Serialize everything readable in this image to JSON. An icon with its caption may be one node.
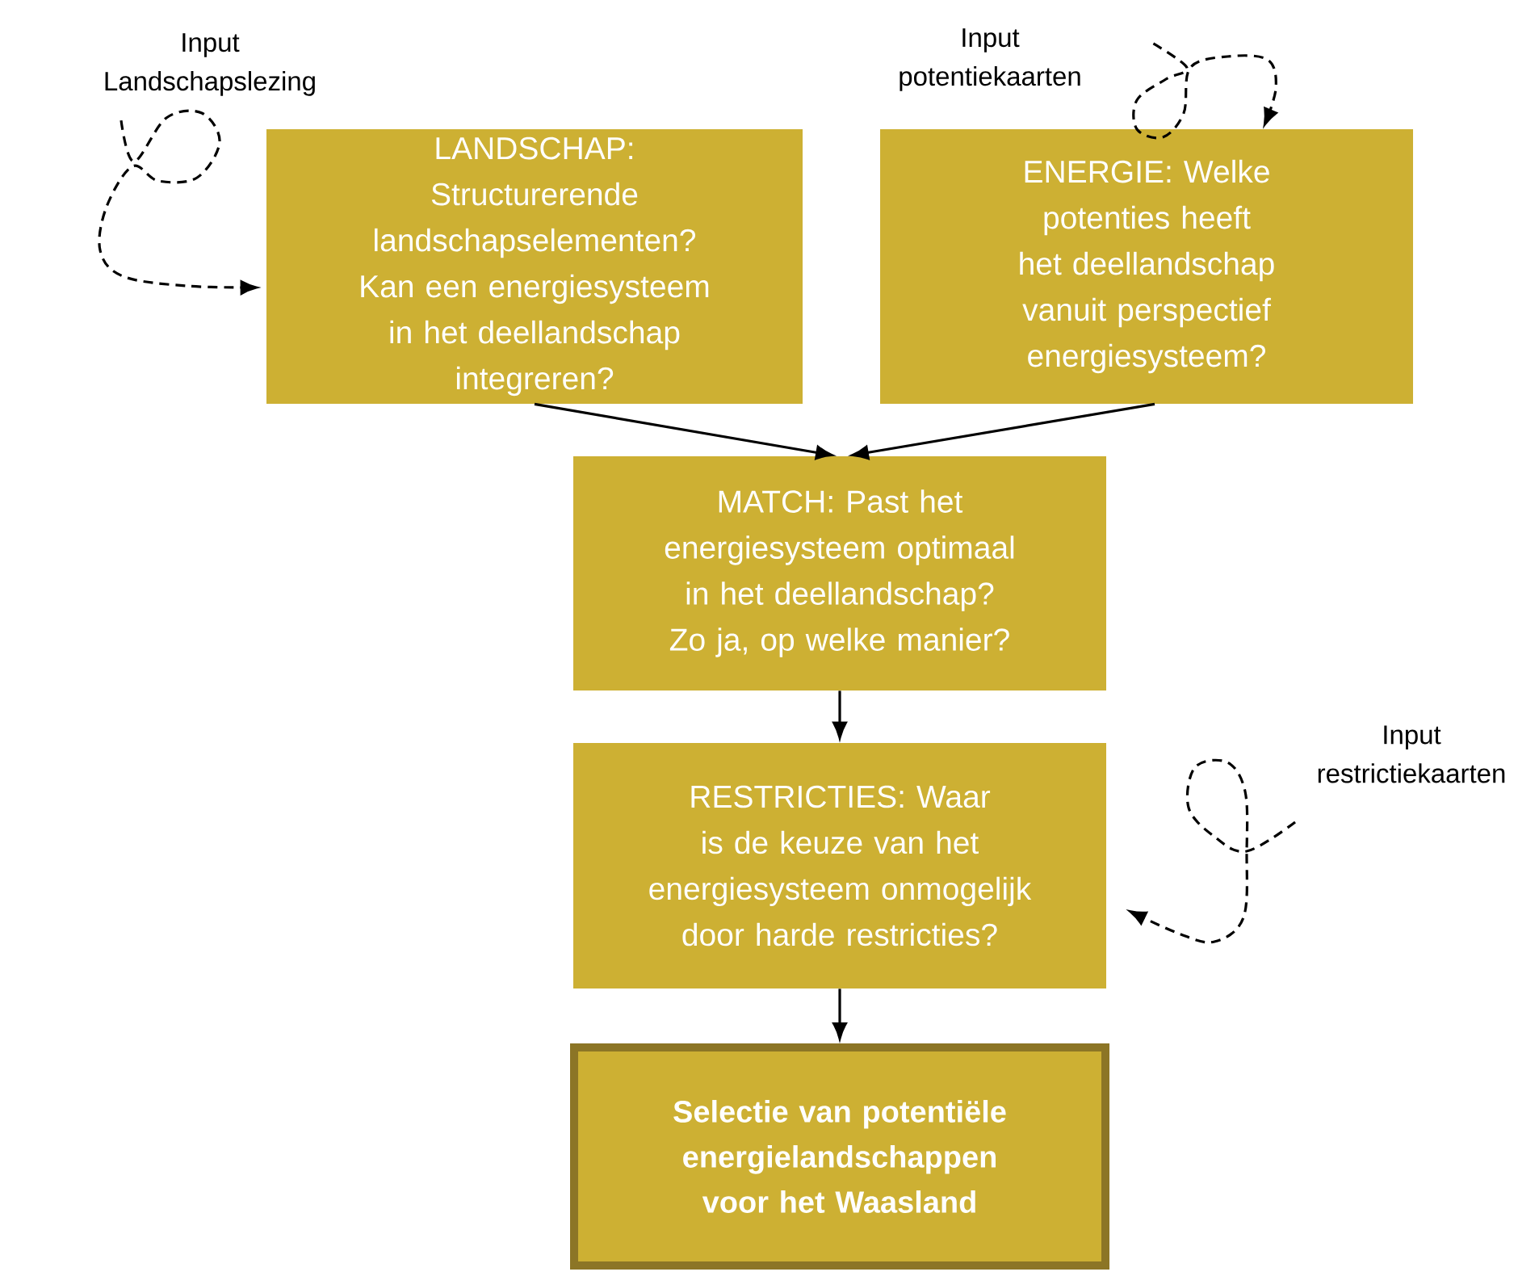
{
  "diagram": {
    "nodes": [
      {
        "text": [
          "Input Landschapslezing"
        ]
      },
      {
        "text": [
          "Input potentiekaarten"
        ]
      },
      {
        "text": [
          "LANDSCHAP: Structurerende landschapselementen? Kan een energiesysteem in het deellandschap integreren?"
        ]
      },
      {
        "text": [
          "ENERGIE: Welke potenties heeft het deellandschap vanuit perspectief energiesysteem?"
        ]
      },
      {
        "text": [
          "MATCH: Past het energiesysteem optimaal in het deellandschap? Zo ja, op welke manier?"
        ]
      },
      {
        "text": [
          "Input restrictiekaarten"
        ]
      },
      {
        "text": [
          "RESTRICTIES: Waar is de keuze van het energiesysteem onmogelijk door harde restricties?"
        ]
      },
      {
        "text": [
          "Selectie van potentiële energielandschappen voor het Waasland"
        ]
      }
    ],
    "edges": [
      {
        "from": 0,
        "to": 2,
        "arrow": "to",
        "style": "dashed"
      },
      {
        "from": 1,
        "to": 3,
        "arrow": "to",
        "style": "dashed"
      },
      {
        "from": 2,
        "to": 4,
        "arrow": "to"
      },
      {
        "from": 3,
        "to": 4,
        "arrow": "to"
      },
      {
        "from": 4,
        "to": 6,
        "arrow": "to"
      },
      {
        "from": 5,
        "to": 6,
        "arrow": "to",
        "style": "dashed"
      },
      {
        "from": 6,
        "to": 7,
        "arrow": "to"
      }
    ]
  }
}
